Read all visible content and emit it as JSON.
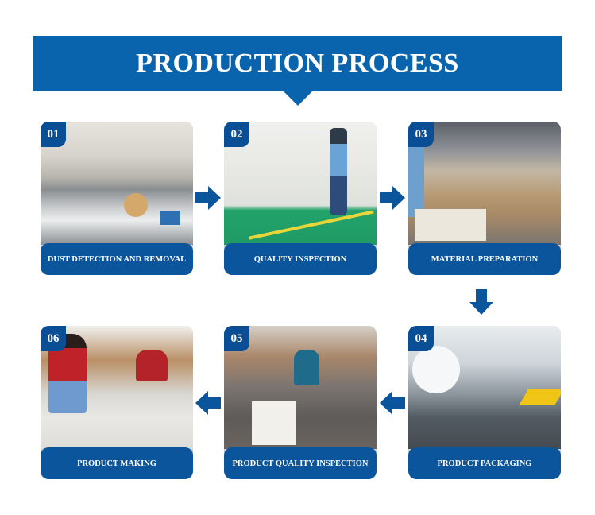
{
  "banner": {
    "title": "PRODUCTION PROCESS",
    "color": "#0a64ad"
  },
  "steps": [
    {
      "number": "01",
      "label": "DUST DETECTION AND REMOVAL",
      "photo": "factory-floor-bag-machines"
    },
    {
      "number": "02",
      "label": "QUALITY INSPECTION",
      "photo": "worker-operating-machine-control-panel"
    },
    {
      "number": "03",
      "label": "MATERIAL PREPARATION",
      "photo": "warehouse-paper-rolls"
    },
    {
      "number": "04",
      "label": "PRODUCT PACKAGING",
      "photo": "paper-roll-printing-line"
    },
    {
      "number": "05",
      "label": "PRODUCT QUALITY INSPECTION",
      "photo": "worker-inspecting-paper-bags"
    },
    {
      "number": "06",
      "label": "PRODUCT MAKING",
      "photo": "workers-assembling-paper-bags"
    }
  ],
  "arrows": [
    {
      "from": "01",
      "to": "02",
      "direction": "right"
    },
    {
      "from": "02",
      "to": "03",
      "direction": "right"
    },
    {
      "from": "03",
      "to": "04",
      "direction": "down"
    },
    {
      "from": "04",
      "to": "05",
      "direction": "left"
    },
    {
      "from": "05",
      "to": "06",
      "direction": "left"
    }
  ],
  "colors": {
    "accent": "#0a64ad",
    "label_bar": "#0a559c",
    "number_badge": "#0a4f96",
    "text": "#ffffff"
  }
}
